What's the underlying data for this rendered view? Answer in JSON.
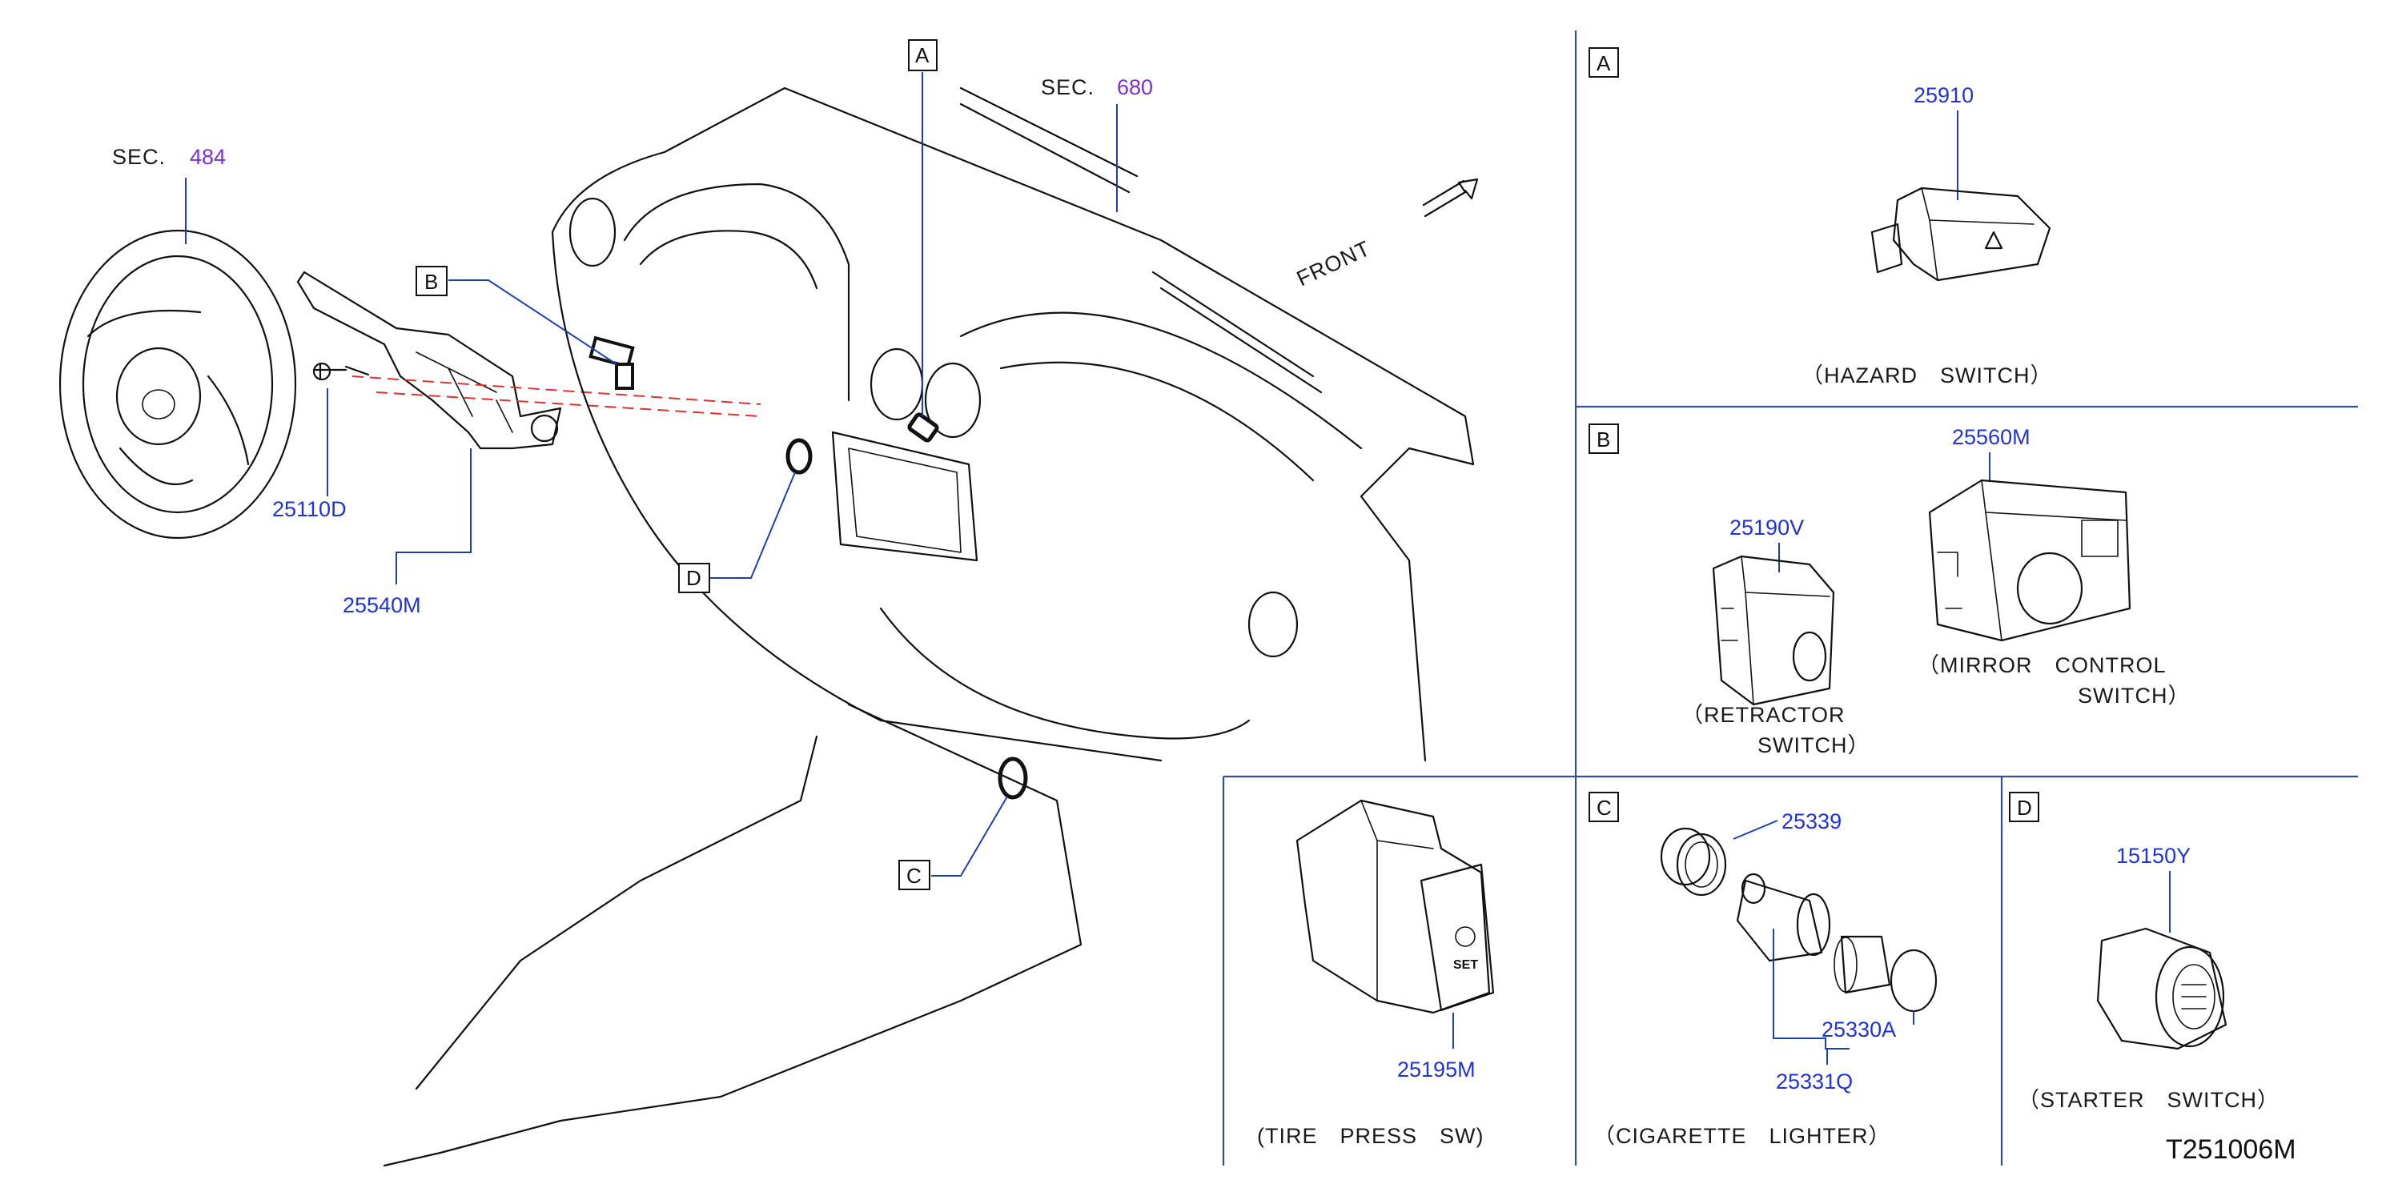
{
  "sections": {
    "sec484": {
      "prefix": "SEC.",
      "num": "484"
    },
    "sec680": {
      "prefix": "SEC.",
      "num": "680"
    }
  },
  "front_label": "FRONT",
  "callouts": {
    "A": "A",
    "B": "B",
    "C": "C",
    "D": "D"
  },
  "main_parts": {
    "p25110D": "25110D",
    "p25540M": "25540M"
  },
  "panels": {
    "A": {
      "letter": "A",
      "part": "25910",
      "caption": "（HAZARD　SWITCH）"
    },
    "B": {
      "letter": "B",
      "part1": "25560M",
      "part2": "25190V",
      "caption_mirror_1": "（MIRROR　CONTROL",
      "caption_mirror_2": "SWITCH）",
      "caption_retr_1": "（RETRACTOR",
      "caption_retr_2": "SWITCH）"
    },
    "tire": {
      "part": "25195M",
      "caption": "(TIRE　PRESS　SW)"
    },
    "C": {
      "letter": "C",
      "part1": "25339",
      "part2": "25330A",
      "part3": "25331Q",
      "caption": "（CIGARETTE　LIGHTER）"
    },
    "D": {
      "letter": "D",
      "part": "15150Y",
      "caption": "（STARTER　SWITCH）"
    }
  },
  "drawing_id": "T251006M",
  "colors": {
    "part_number": "#1f33d6",
    "section_number": "#7a2fd0",
    "leader_line": "#1f3fb0"
  }
}
